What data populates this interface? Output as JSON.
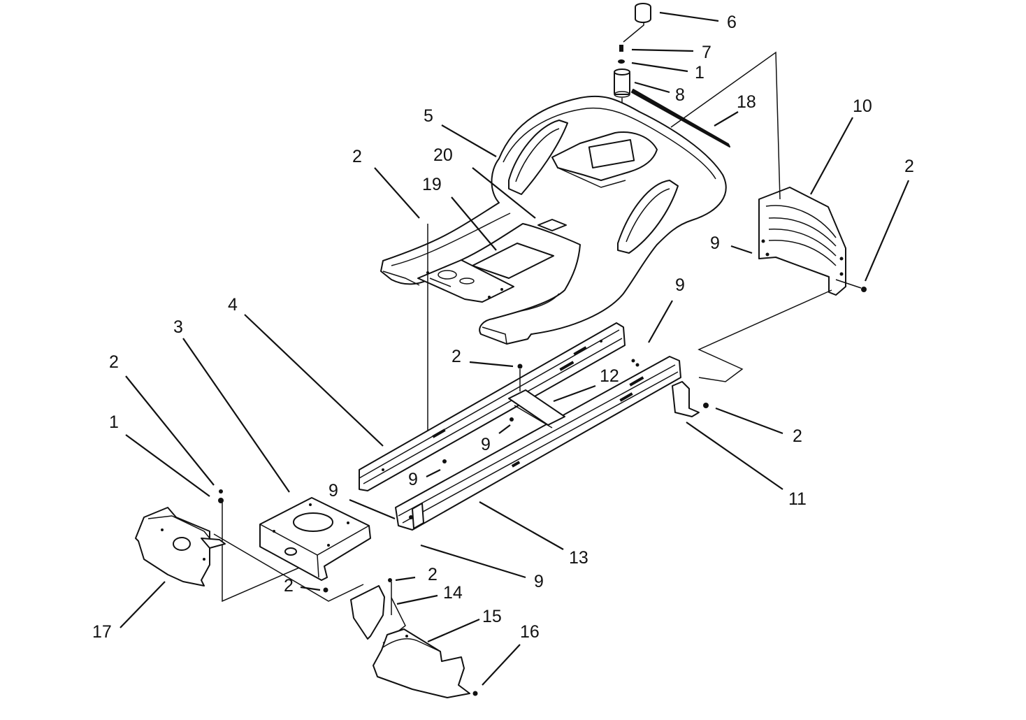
{
  "callouts": {
    "c1": "1",
    "c2": "1",
    "c3": "2",
    "c4": "2",
    "c5": "2",
    "c6": "2",
    "c7": "2",
    "c8": "2",
    "c9": "2",
    "c10": "3",
    "c11": "4",
    "c12": "5",
    "c13": "6",
    "c14": "7",
    "c15": "8",
    "c16": "9",
    "c17": "9",
    "c18": "9",
    "c19": "9",
    "c20": "9",
    "c21": "9",
    "c22": "10",
    "c23": "11",
    "c24": "12",
    "c25": "13",
    "c26": "14",
    "c27": "15",
    "c28": "16",
    "c29": "17",
    "c30": "18",
    "c31": "19",
    "c32": "20"
  }
}
